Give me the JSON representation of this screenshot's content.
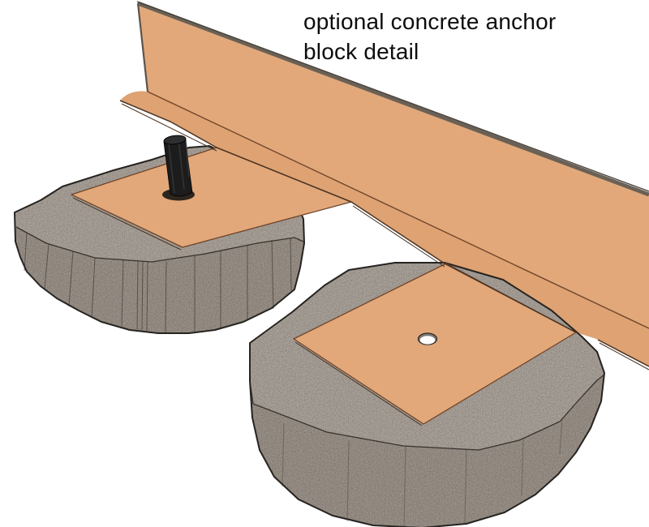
{
  "annotation": {
    "line1": "optional concrete anchor",
    "line2": "block detail"
  },
  "colors": {
    "background": "#ffffff",
    "wood": "#e2a87a",
    "wood_shaded": "#dea273",
    "wood_edge_line": "#70452a",
    "wall_top_edge": "#6a6055",
    "concrete_top": "#ada7a0",
    "concrete_side": "#9d968e",
    "block_outline": "#262320",
    "stake_black": "#1c1c1c",
    "stake_top": "#2f2f2f",
    "hole_white": "#fdfdfd",
    "hole_rim": "#7d7873",
    "text": "#0d0d0d"
  },
  "parts": {
    "wall": "edging-wall-panel",
    "flange": "edging-base-flange",
    "left_plate": "anchor-plate-with-stake",
    "right_plate": "anchor-plate-with-hole",
    "left_block": "concrete-anchor-block-left",
    "right_block": "concrete-anchor-block-right",
    "stake": "anchor-stake",
    "hole": "stake-hole"
  }
}
